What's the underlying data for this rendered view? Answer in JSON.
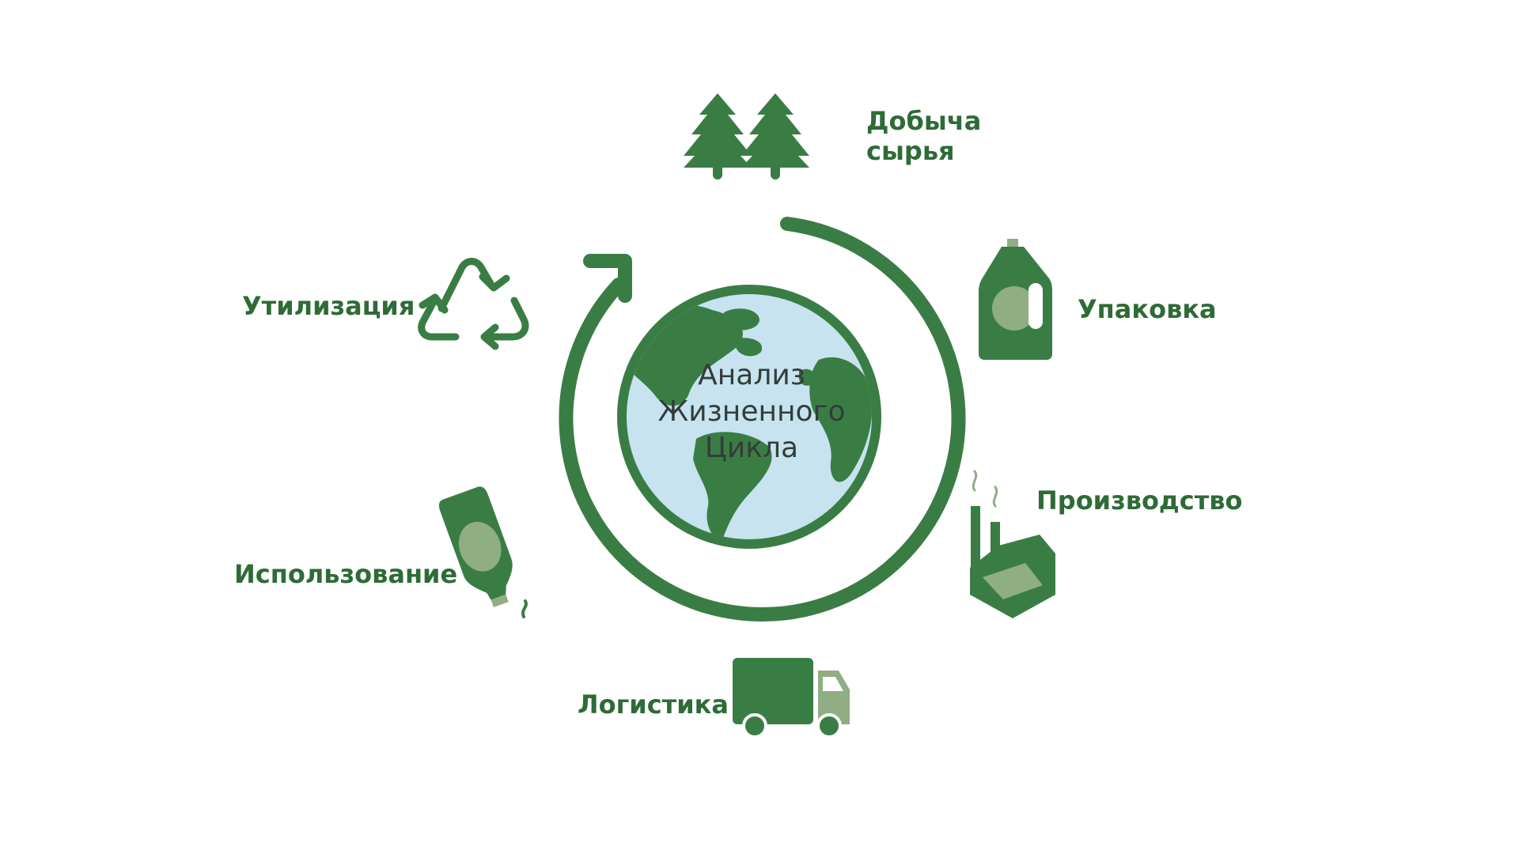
{
  "diagram": {
    "center_title_lines": [
      "Анализ",
      "Жизненного",
      "Цикла"
    ],
    "stages": {
      "extraction": {
        "lines": [
          "Добыча",
          "сырья"
        ],
        "icon": "trees-icon"
      },
      "packaging": {
        "lines": [
          "Упаковка"
        ],
        "icon": "detergent-bottle-icon"
      },
      "production": {
        "lines": [
          "Производство"
        ],
        "icon": "factory-icon"
      },
      "logistics": {
        "lines": [
          "Логистика"
        ],
        "icon": "truck-icon"
      },
      "usage": {
        "lines": [
          "Использование"
        ],
        "icon": "pouring-bottle-icon"
      },
      "disposal": {
        "lines": [
          "Утилизация"
        ],
        "icon": "recycle-icon"
      }
    },
    "colors": {
      "primary_green": "#3a7d44",
      "light_green": "#8fae83",
      "ocean_blue": "#c6e3ef",
      "text_green": "#2e6b36",
      "title_text": "#333d3a"
    }
  }
}
